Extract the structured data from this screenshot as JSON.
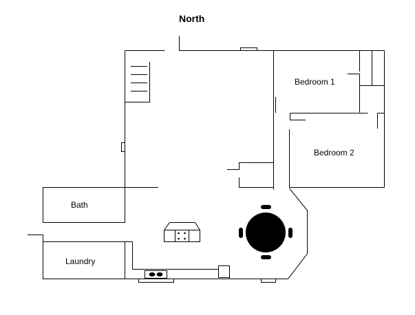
{
  "compass": {
    "label": "North"
  },
  "rooms": {
    "bedroom1": "Bedroom 1",
    "bedroom2": "Bedroom 2",
    "bath": "Bath",
    "laundry": "Laundry"
  }
}
